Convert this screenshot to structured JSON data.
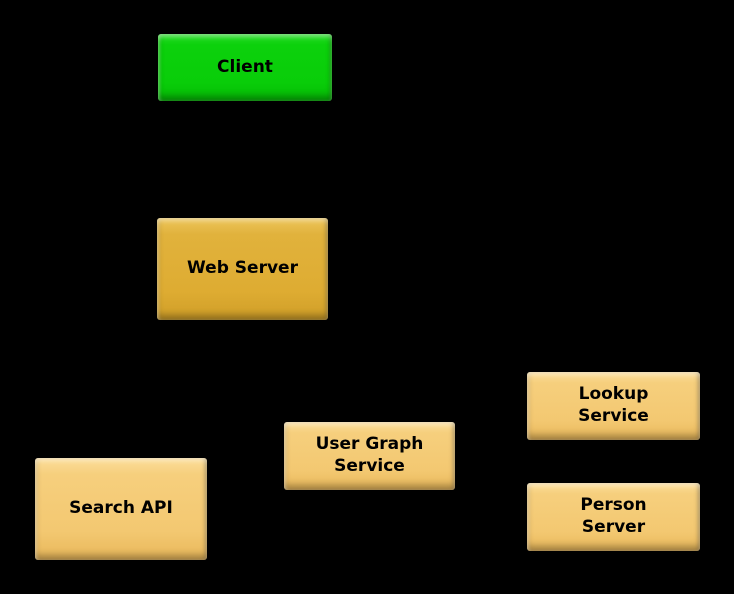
{
  "diagram": {
    "background_color": "#000000",
    "node_text_color": "#000000",
    "colors": {
      "client_green": "#0cd10c",
      "web_server_gold": "#deac32",
      "service_light_gold": "#f3c871"
    },
    "nodes": {
      "client": {
        "label": "Client",
        "fill": "#0cd10c"
      },
      "web_server": {
        "label": "Web Server",
        "fill": "#deac32"
      },
      "search_api": {
        "label": "Search API",
        "fill": "#f3c871"
      },
      "user_graph_service": {
        "label": "User Graph\nService",
        "fill": "#f3c871"
      },
      "lookup_service": {
        "label": "Lookup\nService",
        "fill": "#f3c871"
      },
      "person_server": {
        "label": "Person\nServer",
        "fill": "#f3c871"
      }
    }
  }
}
